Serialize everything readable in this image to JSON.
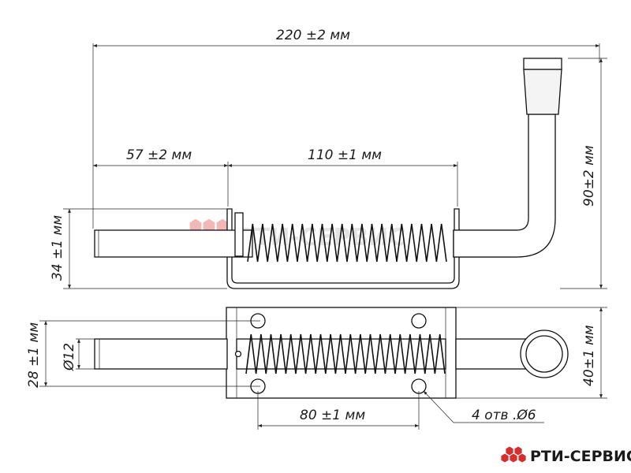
{
  "dimensions": {
    "overall_length": "220  ±2 мм",
    "pin_overhang": "57 ±2 мм",
    "spring_length": "110 ±1 мм",
    "handle_height": "90±2 мм",
    "side_height": "34 ±1 мм",
    "base_height": "28 ±1 мм",
    "pin_diameter": "Ø12",
    "base_width": "40±1 мм",
    "hole_spacing": "80 ±1 мм",
    "holes_note": "4 отв .Ø6"
  },
  "watermark": {
    "text": "РТИ-СЕРВИС",
    "color": "#e4e4e4",
    "logo_color": "#ef9a9a"
  },
  "brand": {
    "name": "РТИ-СЕРВИС",
    "logo_color": "#d32f2f"
  }
}
